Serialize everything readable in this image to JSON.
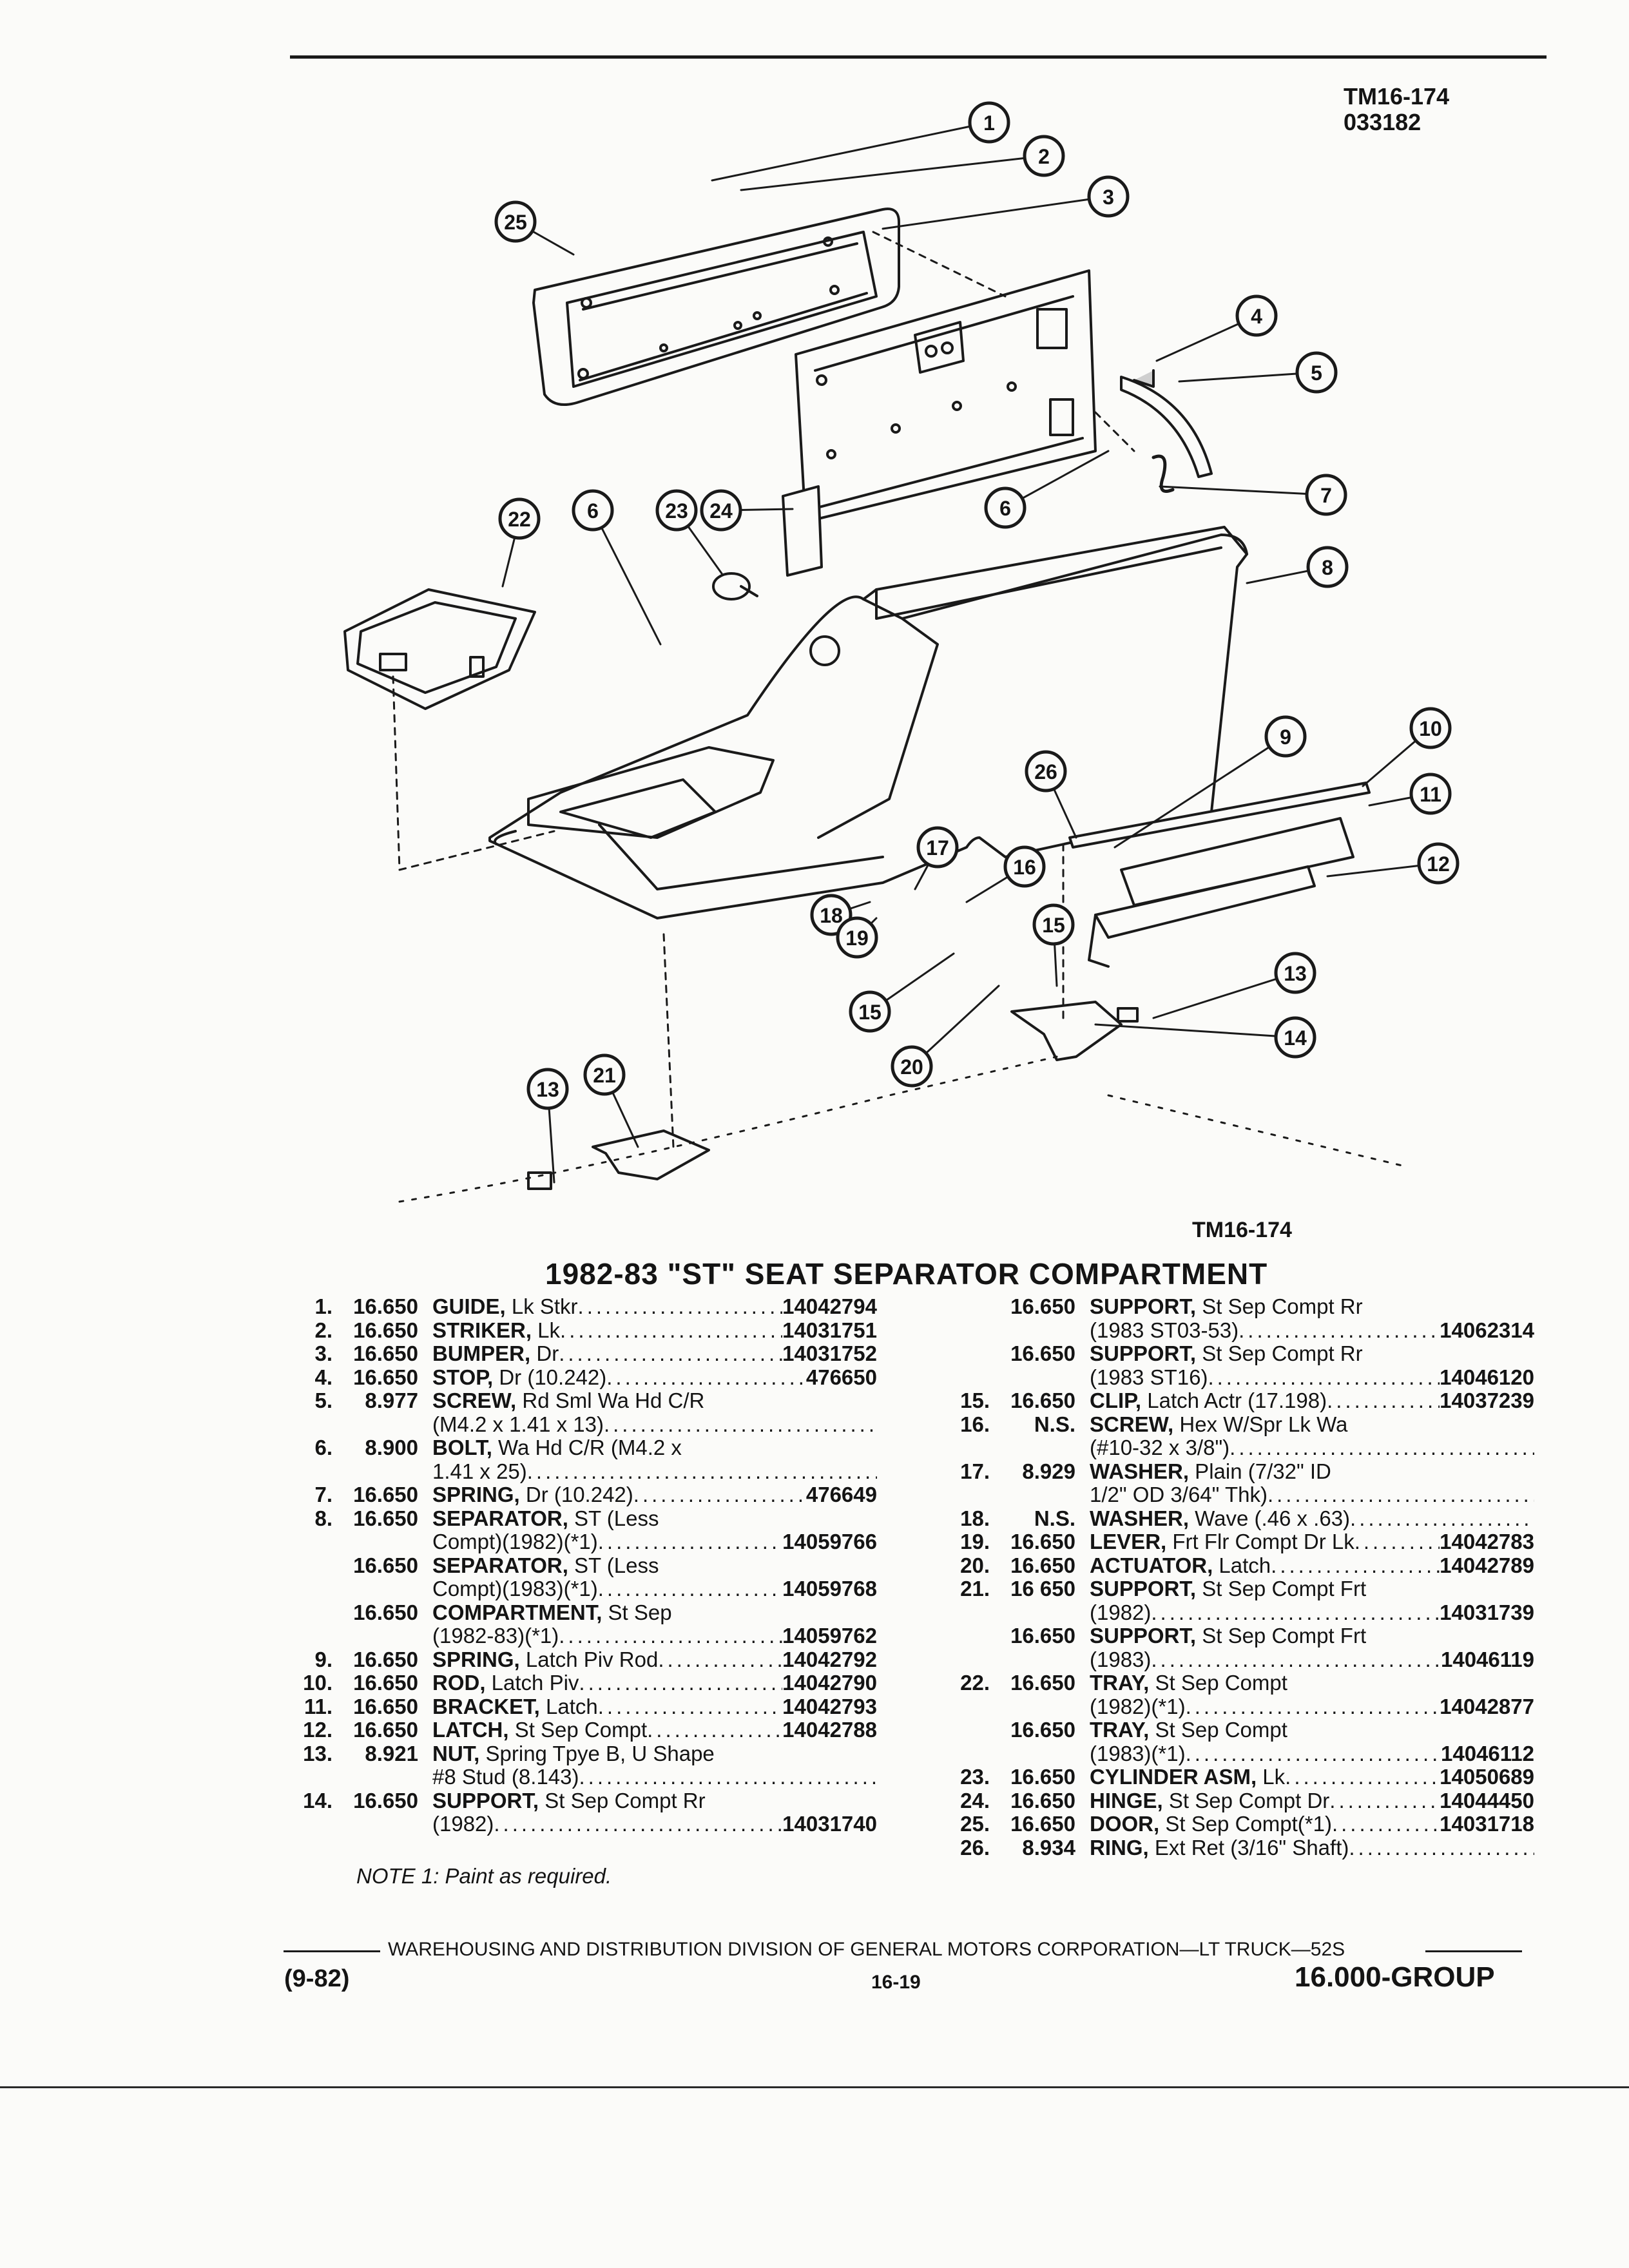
{
  "header_code_1": "TM16-174",
  "header_code_2": "033182",
  "diagram": {
    "figure_code": "TM16-174",
    "callouts": [
      "1",
      "2",
      "3",
      "4",
      "5",
      "6",
      "6",
      "7",
      "8",
      "9",
      "10",
      "11",
      "12",
      "13",
      "13",
      "14",
      "15",
      "15",
      "16",
      "17",
      "18",
      "19",
      "20",
      "21",
      "22",
      "23",
      "24",
      "25",
      "26"
    ]
  },
  "title": "1982-83 \"ST\" SEAT SEPARATOR COMPARTMENT",
  "left_entries": [
    {
      "num": "1.",
      "group": "16.650",
      "name": "GUIDE,",
      "desc": " Lk Stkr",
      "pn": "14042794",
      "cont": ""
    },
    {
      "num": "2.",
      "group": "16.650",
      "name": "STRIKER,",
      "desc": " Lk",
      "pn": "14031751",
      "cont": ""
    },
    {
      "num": "3.",
      "group": "16.650",
      "name": "BUMPER,",
      "desc": " Dr",
      "pn": "14031752",
      "cont": ""
    },
    {
      "num": "4.",
      "group": "16.650",
      "name": "STOP,",
      "desc": " Dr (10.242)",
      "pn": "476650",
      "cont": ""
    },
    {
      "num": "5.",
      "group": "8.977",
      "name": "SCREW,",
      "desc": " Rd Sml Wa Hd C/R",
      "pn": "",
      "cont": "(M4.2 x 1.41 x 13)"
    },
    {
      "num": "6.",
      "group": "8.900",
      "name": "BOLT,",
      "desc": " Wa Hd C/R (M4.2 x",
      "pn": "",
      "cont": "1.41 x 25)"
    },
    {
      "num": "7.",
      "group": "16.650",
      "name": "SPRING,",
      "desc": " Dr (10.242)",
      "pn": "476649",
      "cont": ""
    },
    {
      "num": "8.",
      "group": "16.650",
      "name": "SEPARATOR,",
      "desc": " ST (Less",
      "pn": "14059766",
      "cont": "Compt)(1982)(*1)"
    },
    {
      "num": "",
      "group": "16.650",
      "name": "SEPARATOR,",
      "desc": " ST (Less",
      "pn": "14059768",
      "cont": "Compt)(1983)(*1)"
    },
    {
      "num": "",
      "group": "16.650",
      "name": "COMPARTMENT,",
      "desc": " St Sep",
      "pn": "14059762",
      "cont": "(1982-83)(*1)"
    },
    {
      "num": "9.",
      "group": "16.650",
      "name": "SPRING,",
      "desc": " Latch Piv Rod",
      "pn": "14042792",
      "cont": ""
    },
    {
      "num": "10.",
      "group": "16.650",
      "name": "ROD,",
      "desc": " Latch Piv",
      "pn": "14042790",
      "cont": ""
    },
    {
      "num": "11.",
      "group": "16.650",
      "name": "BRACKET,",
      "desc": " Latch",
      "pn": "14042793",
      "cont": ""
    },
    {
      "num": "12.",
      "group": "16.650",
      "name": "LATCH,",
      "desc": " St Sep Compt",
      "pn": "14042788",
      "cont": ""
    },
    {
      "num": "13.",
      "group": "8.921",
      "name": "NUT,",
      "desc": " Spring Tpye B, U Shape",
      "pn": "",
      "cont": "#8 Stud (8.143)"
    },
    {
      "num": "14.",
      "group": "16.650",
      "name": "SUPPORT,",
      "desc": " St Sep Compt Rr",
      "pn": "14031740",
      "cont": "(1982)"
    }
  ],
  "right_entries": [
    {
      "num": "",
      "group": "16.650",
      "name": "SUPPORT,",
      "desc": " St Sep Compt Rr",
      "pn": "14062314",
      "cont": "(1983 ST03-53)"
    },
    {
      "num": "",
      "group": "16.650",
      "name": "SUPPORT,",
      "desc": " St Sep Compt Rr",
      "pn": "14046120",
      "cont": "(1983 ST16)"
    },
    {
      "num": "15.",
      "group": "16.650",
      "name": "CLIP,",
      "desc": " Latch Actr (17.198)",
      "pn": "14037239",
      "cont": ""
    },
    {
      "num": "16.",
      "group": "N.S.",
      "name": "SCREW,",
      "desc": " Hex W/Spr Lk Wa",
      "pn": "",
      "cont": "(#10-32 x 3/8\")"
    },
    {
      "num": "17.",
      "group": "8.929",
      "name": "WASHER,",
      "desc": " Plain (7/32\" ID",
      "pn": "",
      "cont": "1/2\" OD 3/64\" Thk)"
    },
    {
      "num": "18.",
      "group": "N.S.",
      "name": "WASHER,",
      "desc": " Wave (.46 x .63)",
      "pn": "",
      "cont": ""
    },
    {
      "num": "19.",
      "group": "16.650",
      "name": "LEVER,",
      "desc": " Frt Flr Compt Dr Lk",
      "pn": "14042783",
      "cont": ""
    },
    {
      "num": "20.",
      "group": "16.650",
      "name": "ACTUATOR,",
      "desc": " Latch",
      "pn": "14042789",
      "cont": ""
    },
    {
      "num": "21.",
      "group": "16 650",
      "name": "SUPPORT,",
      "desc": " St Sep Compt Frt",
      "pn": "14031739",
      "cont": "(1982)"
    },
    {
      "num": "",
      "group": "16.650",
      "name": "SUPPORT,",
      "desc": " St Sep Compt Frt",
      "pn": "14046119",
      "cont": "(1983)"
    },
    {
      "num": "22.",
      "group": "16.650",
      "name": "TRAY,",
      "desc": " St Sep Compt",
      "pn": "14042877",
      "cont": "(1982)(*1)"
    },
    {
      "num": "",
      "group": "16.650",
      "name": "TRAY,",
      "desc": " St Sep Compt",
      "pn": "14046112",
      "cont": "(1983)(*1)"
    },
    {
      "num": "23.",
      "group": "16.650",
      "name": "CYLINDER ASM,",
      "desc": " Lk",
      "pn": "14050689",
      "cont": ""
    },
    {
      "num": "24.",
      "group": "16.650",
      "name": "HINGE,",
      "desc": " St Sep Compt Dr",
      "pn": "14044450",
      "cont": ""
    },
    {
      "num": "25.",
      "group": "16.650",
      "name": "DOOR,",
      "desc": " St Sep Compt(*1)",
      "pn": "14031718",
      "cont": ""
    },
    {
      "num": "26.",
      "group": "8.934",
      "name": "RING,",
      "desc": " Ext Ret (3/16\" Shaft)",
      "pn": "",
      "cont": ""
    }
  ],
  "note": "NOTE 1: Paint as required.",
  "footer": {
    "text": "WAREHOUSING AND DISTRIBUTION  DIVISION OF GENERAL MOTORS CORPORATION—LT TRUCK—52S",
    "date": "(9-82)",
    "page": "16-19",
    "group": "16.000-GROUP"
  }
}
